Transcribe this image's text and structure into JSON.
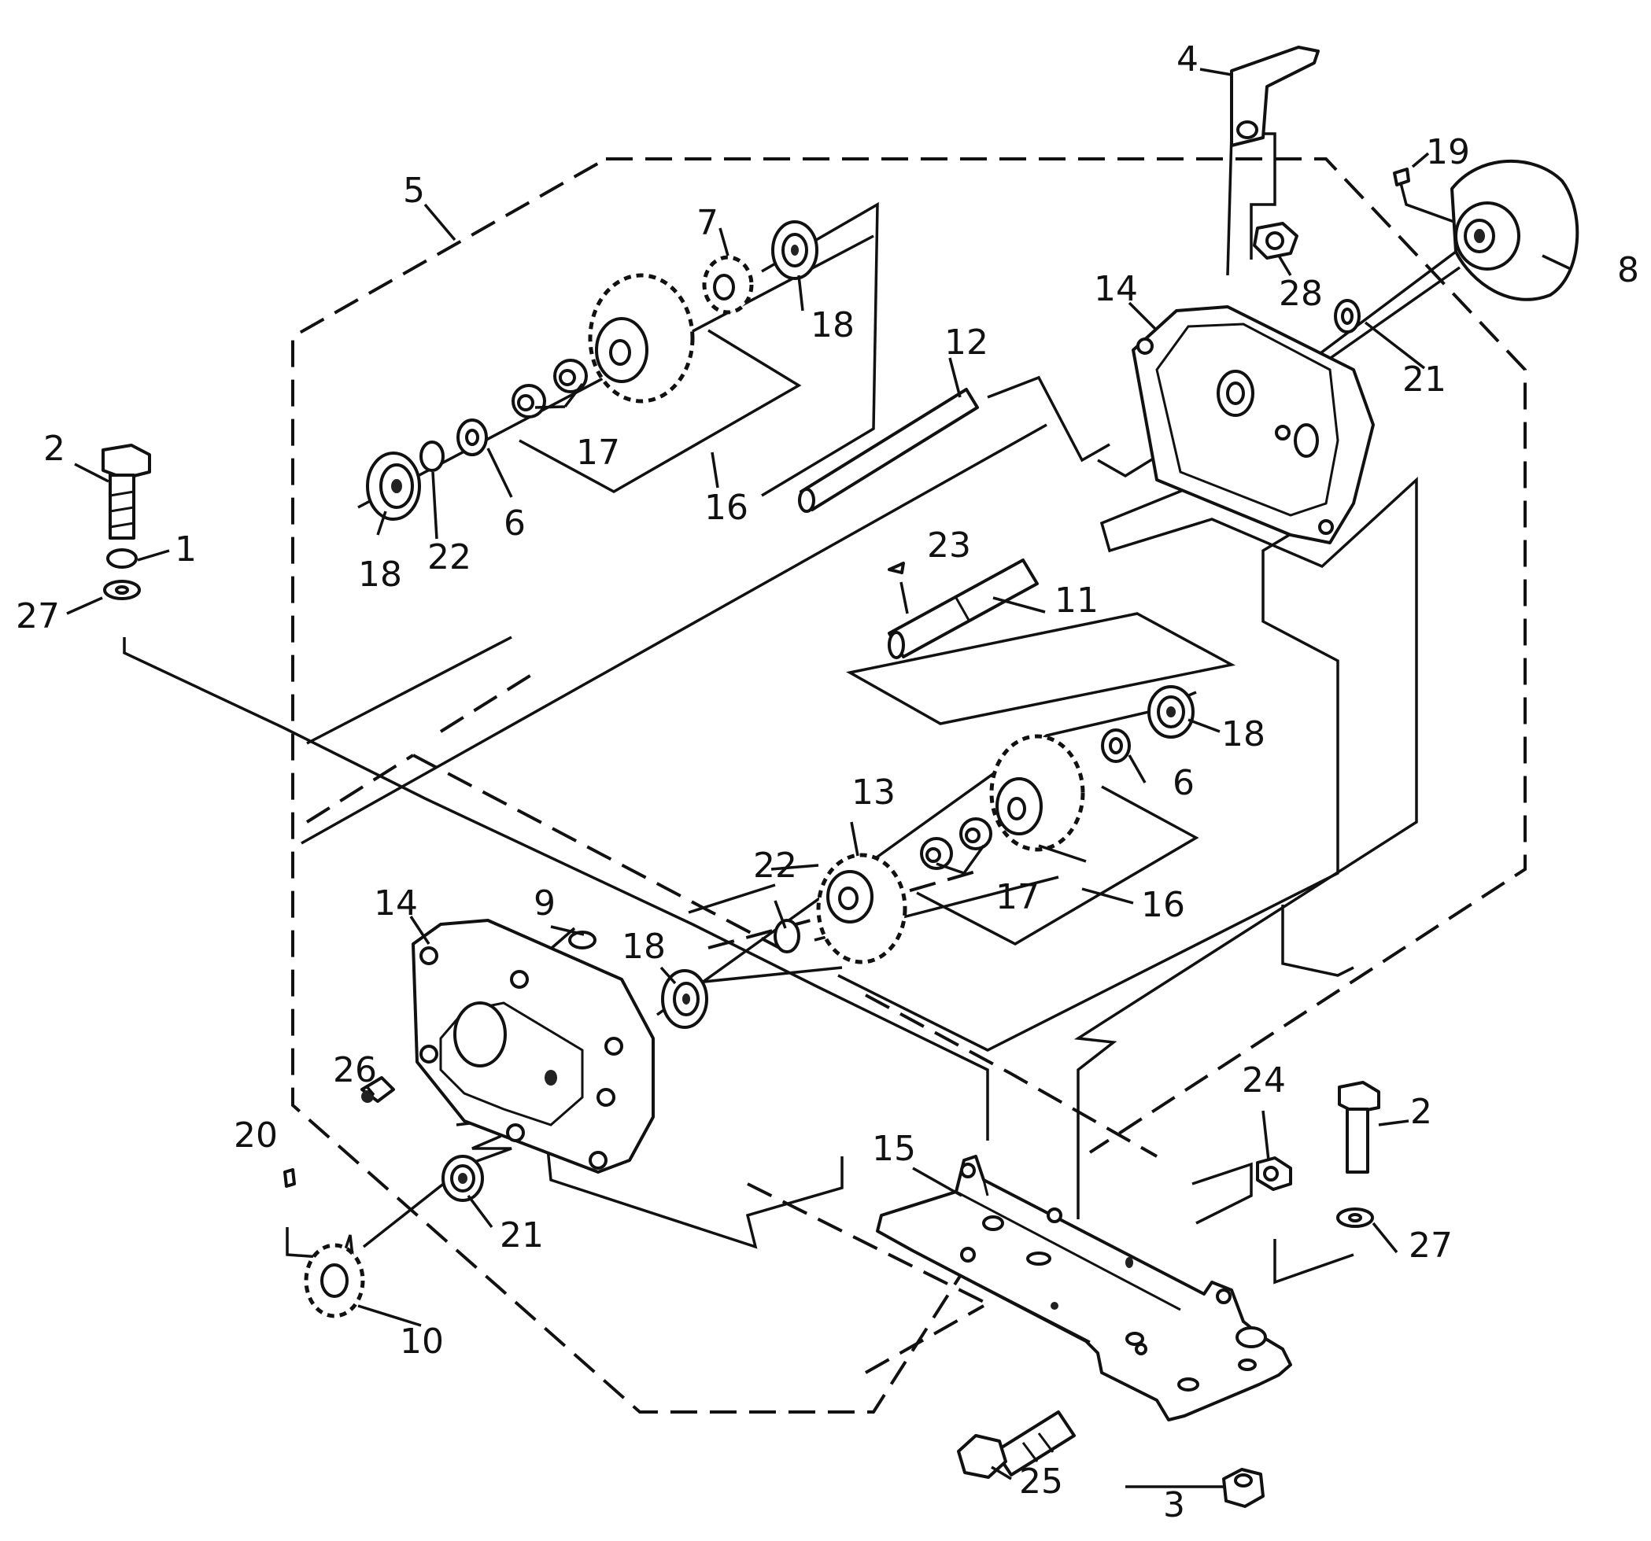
{
  "diagram": {
    "labels": {
      "l1": "1",
      "l2a": "2",
      "l2b": "2",
      "l3": "3",
      "l4": "4",
      "l5": "5",
      "l6a": "6",
      "l6b": "6",
      "l7": "7",
      "l8": "8",
      "l9": "9",
      "l10": "10",
      "l11": "11",
      "l12": "12",
      "l13": "13",
      "l14a": "14",
      "l14b": "14",
      "l15": "15",
      "l16a": "16",
      "l16b": "16",
      "l17a": "17",
      "l17b": "17",
      "l18a": "18",
      "l18b": "18",
      "l18c": "18",
      "l18d": "18",
      "l19": "19",
      "l20": "20",
      "l21a": "21",
      "l21b": "21",
      "l22a": "22",
      "l22b": "22",
      "l23": "23",
      "l24": "24",
      "l25": "25",
      "l26": "26",
      "l27a": "27",
      "l27b": "27",
      "l28": "28"
    }
  }
}
